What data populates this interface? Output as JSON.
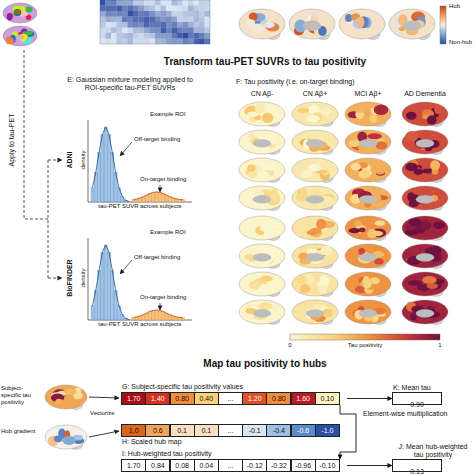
{
  "diagram": {
    "nodes": [
      {
        "text": [
          "G: Subject-specific tau positivity values"
        ]
      },
      {
        "text": [
          "H: Scaled hub map"
        ]
      },
      {
        "text": [
          "I: Hub-weighted tau positivity"
        ]
      },
      {
        "text": [
          "K: Mean tau",
          "0.90"
        ]
      },
      {
        "text": [
          "J: Mean hub-weighted tau positivity",
          "0.13"
        ]
      }
    ],
    "edges": [
      {
        "from": 0,
        "to": 3,
        "arrow": "to"
      },
      {
        "from": 0,
        "to": 2,
        "arrow": "to",
        "label": "Element-wise multiplication"
      },
      {
        "from": 2,
        "to": 4,
        "arrow": "to"
      }
    ],
    "labels": [
      "Hub",
      "Non-hub",
      "Apply to tau-PET",
      "Transform tau-PET SUVRs to tau positivity",
      "E: Gaussian mixture modeling applied to ROI-specific tau-PET SUVRs",
      "ADNI",
      "Example ROI",
      "density",
      "Off-target binding",
      "On-target binding",
      "tau-PET SUVR across subjects",
      "BioFINDER",
      "Example ROI",
      "density",
      "Off-target binding",
      "On-target binding",
      "tau-PET SUVR across subjects",
      "F: Tau positivity (i.e. on-target binding)",
      "CN Aβ-",
      "CN Aβ+",
      "MCI Aβ+",
      "AD Dementia",
      "0",
      "Tau positivity",
      "1",
      "Map tau positivity to hubs",
      "Subject-specific tau positivity",
      "Hub gradient",
      "Vectorize",
      "1.70",
      "1.40",
      "0.80",
      "0.40",
      "...",
      "1.20",
      "0.80",
      "1.60",
      "0.10",
      "1.0",
      "0.6",
      "0.1",
      "0.1",
      "...",
      "-0.1",
      "-0.4",
      "-0.6",
      "-1.0",
      "1.70",
      "0.84",
      "0.08",
      "0.04",
      "...",
      "-0.12",
      "-0.32",
      "-0.96",
      "-0.10"
    ]
  }
}
